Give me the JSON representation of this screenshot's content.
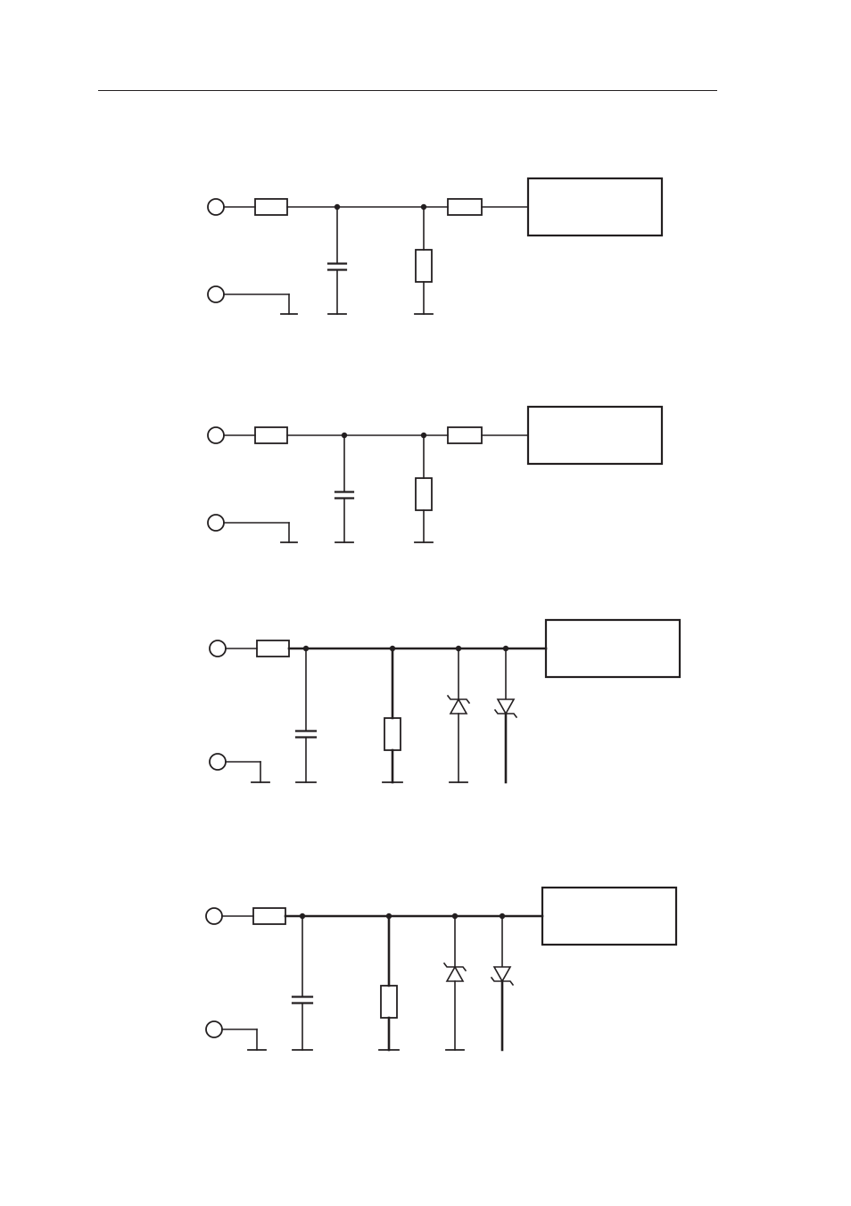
{
  "page": {
    "ink_color": "#231f20",
    "background_color": "#ffffff"
  },
  "circuits": [
    {
      "id": "circuit-1",
      "input_terminals": 2,
      "series_resistors": 2,
      "shunt_components": [
        "capacitor",
        "resistor"
      ],
      "zener_diodes": 0,
      "load_box": true
    },
    {
      "id": "circuit-2",
      "input_terminals": 2,
      "series_resistors": 2,
      "shunt_components": [
        "capacitor",
        "resistor"
      ],
      "zener_diodes": 0,
      "load_box": true
    },
    {
      "id": "circuit-3",
      "input_terminals": 2,
      "series_resistors": 1,
      "shunt_components": [
        "capacitor",
        "resistor",
        "zener-diode",
        "zener-diode"
      ],
      "zener_diodes": 2,
      "load_box": true
    },
    {
      "id": "circuit-4",
      "input_terminals": 2,
      "series_resistors": 1,
      "shunt_components": [
        "capacitor",
        "resistor",
        "zener-diode",
        "zener-diode"
      ],
      "zener_diodes": 2,
      "load_box": true
    }
  ]
}
